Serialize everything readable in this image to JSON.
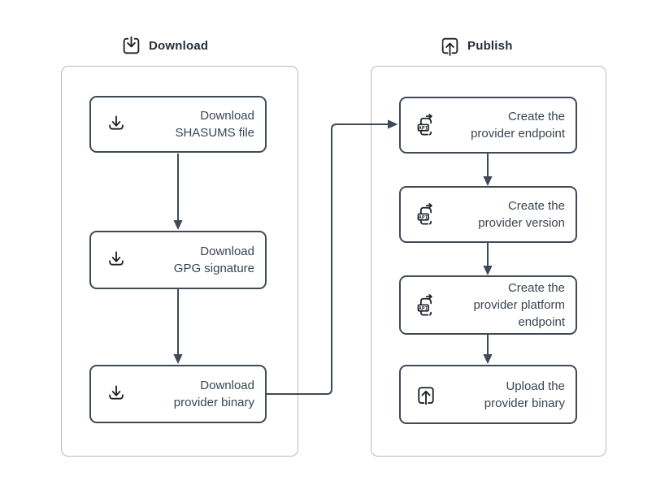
{
  "colors": {
    "node_border": "#404a57",
    "arrow": "#404a57",
    "node_text": "#3a4450",
    "container_border": "#b5bac3",
    "header_text": "#272e39",
    "icon_stroke": "#1d2127",
    "background": "#ffffff"
  },
  "diagram": {
    "groups": [
      {
        "label": "Download",
        "header_icon": "download-box-icon",
        "nodes": [
          {
            "icon": "download-tray-icon",
            "label": "Download\nSHASUMS file"
          },
          {
            "icon": "download-tray-icon",
            "label": "Download\nGPG signature"
          },
          {
            "icon": "download-tray-icon",
            "label": "Download\nprovider binary"
          }
        ]
      },
      {
        "label": "Publish",
        "header_icon": "publish-box-icon",
        "nodes": [
          {
            "icon": "api-doc-icon",
            "label": "Create the\nprovider endpoint"
          },
          {
            "icon": "api-doc-icon",
            "label": "Create the\nprovider version"
          },
          {
            "icon": "api-doc-icon",
            "label": "Create the\nprovider platform\nendpoint"
          },
          {
            "icon": "upload-icon",
            "label": "Upload the\nprovider binary"
          }
        ]
      }
    ],
    "edges": [
      {
        "from": "download.0",
        "to": "download.1"
      },
      {
        "from": "download.1",
        "to": "download.2"
      },
      {
        "from": "download.2",
        "to": "publish.0"
      },
      {
        "from": "publish.0",
        "to": "publish.1"
      },
      {
        "from": "publish.1",
        "to": "publish.2"
      },
      {
        "from": "publish.2",
        "to": "publish.3"
      }
    ]
  }
}
